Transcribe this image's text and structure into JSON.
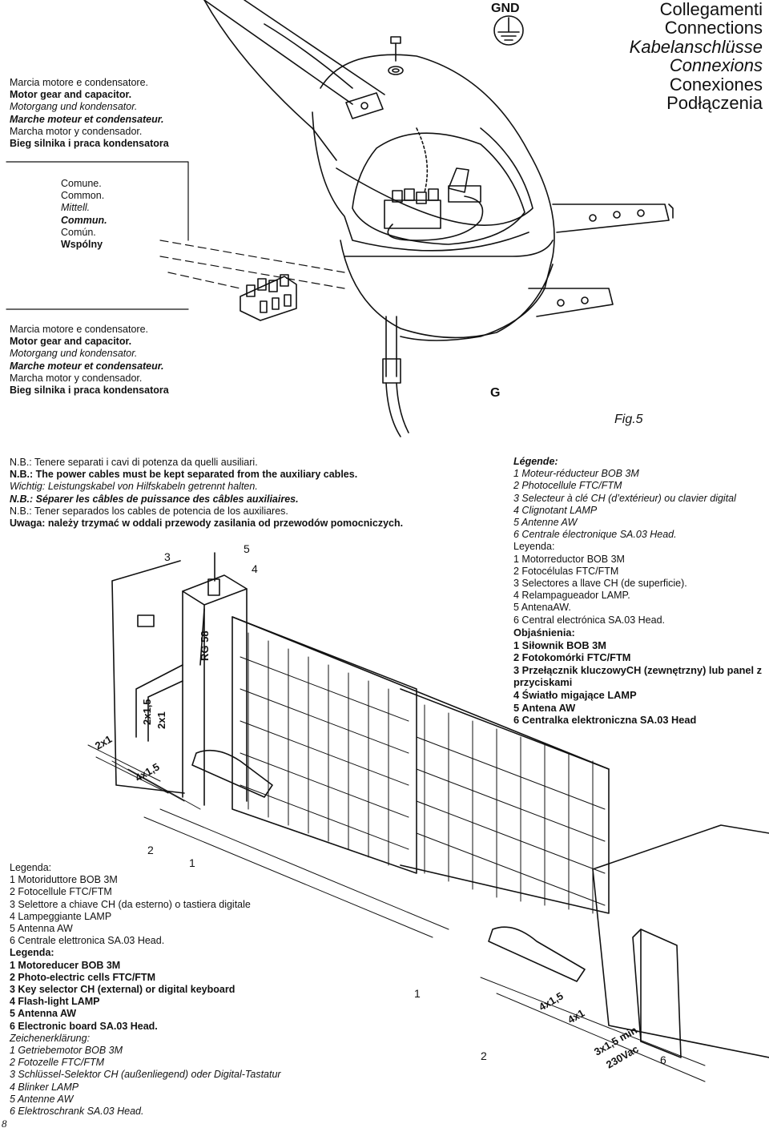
{
  "top_left_caption": [
    "Marcia motore e condensatore.",
    "Motor gear and capacitor.",
    "Motorgang und kondensator.",
    "Marche moteur et condensateur.",
    "Marcha motor y condensador.",
    "Bieg silnika i praca kondensatora"
  ],
  "title_block": [
    "Collegamenti",
    "Connections",
    "Kabelanschlüsse",
    "Connexions",
    "Conexiones",
    "Podłączenia"
  ],
  "gnd_label": "GND",
  "common_caption": [
    "Comune.",
    "Common.",
    "Mittell.",
    "Commun.",
    "Común.",
    "Wspólny"
  ],
  "mid_left_caption": [
    "Marcia motore e condensatore.",
    "Motor gear and capacitor.",
    "Motorgang und kondensator.",
    "Marche moteur et condensateur.",
    "Marcha motor y condensador.",
    "Bieg silnika i praca kondensatora"
  ],
  "g_label": "G",
  "fig_label": "Fig.5",
  "nb_notes": [
    "N.B.: Tenere separati i cavi di potenza da quelli ausiliari.",
    "N.B.: The power cables must be kept separated from the auxiliary cables.",
    "Wichtig: Leistungskabel von Hilfskabeln getrennt halten.",
    "N.B.: Séparer les câbles de puissance des câbles auxiliaires.",
    "N.B.: Tener separados los cables de potencia de los auxiliares.",
    "Uwaga: należy trzymać w oddali przewody zasilania od przewodów pomocniczych."
  ],
  "right_legend": [
    "Légende:",
    "1  Moteur-réducteur BOB 3M",
    "2  Photocellule FTC/FTM",
    "3  Selecteur à clé CH (d’extérieur) ou clavier digital",
    "4  Clignotant LAMP",
    "5  Antenne AW",
    "6  Centrale électronique SA.03 Head.",
    "Leyenda:",
    "1  Motorreductor BOB 3M",
    "2  Fotocélulas FTC/FTM",
    "3  Selectores a llave CH (de superficie).",
    "4  Relampagueador LAMP.",
    "5  AntenaAW.",
    "6  Central electrónica SA.03 Head."
  ],
  "polish_legend": [
    "Objaśnienia:",
    "1  Siłownik BOB 3M",
    "2  Fotokomórki FTC/FTM",
    "3  Przełącznik kluczowyCH (zewnętrzny) lub panel z",
    "    przyciskami",
    "4  Światło migające LAMP",
    "5  Antena AW",
    "6  Centralka elektroniczna SA.03 Head"
  ],
  "bottom_legend": [
    "Legenda:",
    "1  Motoriduttore BOB 3M",
    "2  Fotocellule FTC/FTM",
    "3  Selettore a chiave CH (da esterno) o tastiera digitale",
    "4  Lampeggiante LAMP",
    "5  Antenna AW",
    "6  Centrale elettronica SA.03 Head.",
    "Legenda:",
    "1  Motoreducer BOB 3M",
    "2  Photo-electric cells FTC/FTM",
    "3  Key selector CH (external) or digital keyboard",
    "4  Flash-light LAMP",
    "5  Antenna AW",
    "6  Electronic board SA.03 Head.",
    "Zeichenerklärung:",
    "1  Getriebemotor BOB 3M",
    "2  Fotozelle FTC/FTM",
    "3  Schlüssel-Selektor CH (außenliegend) oder Digital-Tastatur",
    "4  Blinker LAMP",
    "5  Antenne AW",
    "6  Elektroschrank SA.03 Head."
  ],
  "gate_labels": {
    "n3": "3",
    "n5": "5",
    "n4": "4",
    "rg58": "RG 58",
    "c2x1_5": "2x1,5",
    "c2x1_a": "2x1",
    "c2x1_b": "2x1",
    "c4x1_5": "4x1,5",
    "n2_top": "2",
    "n1_top": "1",
    "n1_low": "1",
    "n2_low": "2",
    "c4x1_5_r": "4x1,5",
    "c4x1_r": "4x1",
    "c3x1_5": "3x1,5 min",
    "c230": "230Vac",
    "n6": "6"
  },
  "page_number": "8"
}
